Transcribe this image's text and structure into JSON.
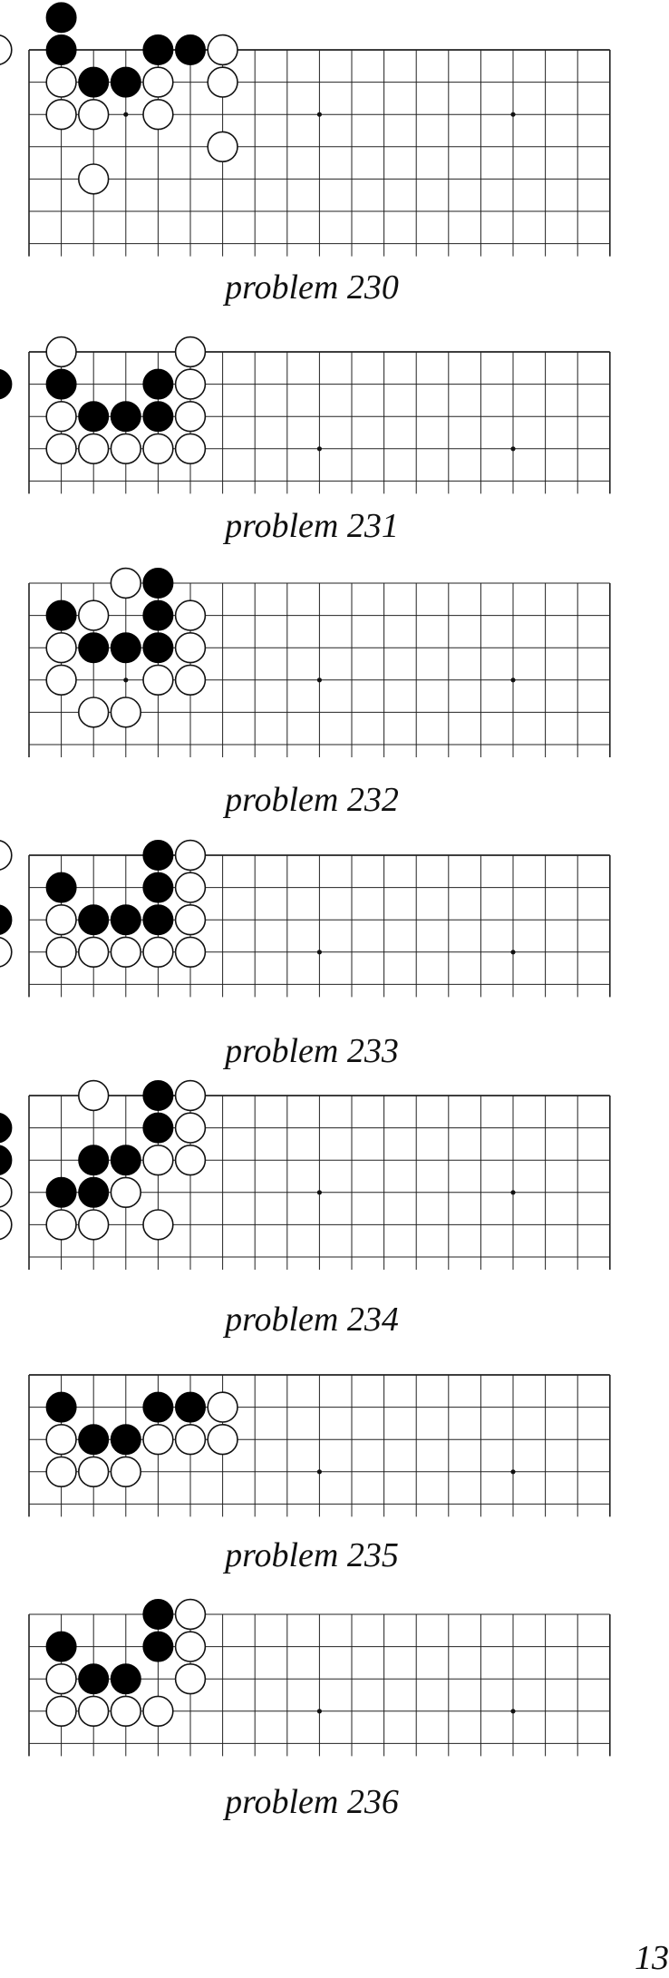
{
  "page_number": "13",
  "problems": [
    {
      "label": "problem 230",
      "rows": 7,
      "top_edge": true,
      "black": [
        [
          1,
          -1
        ],
        [
          1,
          0
        ],
        [
          4,
          0
        ],
        [
          5,
          0
        ],
        [
          2,
          1
        ],
        [
          3,
          1
        ]
      ],
      "white": [
        [
          -1,
          0
        ],
        [
          6,
          0
        ],
        [
          1,
          1
        ],
        [
          4,
          1
        ],
        [
          6,
          1
        ],
        [
          1,
          2
        ],
        [
          2,
          2
        ],
        [
          4,
          2
        ],
        [
          6,
          3
        ],
        [
          2,
          4
        ]
      ],
      "hoshi": [
        [
          3,
          2
        ],
        [
          9,
          2
        ],
        [
          15,
          2
        ]
      ]
    },
    {
      "label": "problem 231",
      "rows": 5,
      "top_edge": true,
      "black": [
        [
          -1,
          1
        ],
        [
          1,
          1
        ],
        [
          4,
          1
        ],
        [
          2,
          2
        ],
        [
          3,
          2
        ],
        [
          4,
          2
        ]
      ],
      "white": [
        [
          1,
          0
        ],
        [
          5,
          0
        ],
        [
          5,
          1
        ],
        [
          1,
          2
        ],
        [
          5,
          2
        ],
        [
          1,
          3
        ],
        [
          2,
          3
        ],
        [
          3,
          3
        ],
        [
          4,
          3
        ],
        [
          5,
          3
        ]
      ],
      "hoshi": [
        [
          9,
          3
        ],
        [
          15,
          3
        ]
      ]
    },
    {
      "label": "problem 232",
      "rows": 6,
      "top_edge": false,
      "black": [
        [
          4,
          0
        ],
        [
          1,
          1
        ],
        [
          4,
          1
        ],
        [
          2,
          2
        ],
        [
          3,
          2
        ],
        [
          4,
          2
        ]
      ],
      "white": [
        [
          3,
          0
        ],
        [
          2,
          1
        ],
        [
          5,
          1
        ],
        [
          1,
          2
        ],
        [
          5,
          2
        ],
        [
          1,
          3
        ],
        [
          4,
          3
        ],
        [
          5,
          3
        ],
        [
          2,
          4
        ],
        [
          3,
          4
        ]
      ],
      "hoshi": [
        [
          3,
          3
        ],
        [
          9,
          3
        ],
        [
          15,
          3
        ]
      ]
    },
    {
      "label": "problem 233",
      "rows": 5,
      "top_edge": true,
      "black": [
        [
          4,
          0
        ],
        [
          1,
          1
        ],
        [
          4,
          1
        ],
        [
          -1,
          2
        ],
        [
          2,
          2
        ],
        [
          3,
          2
        ],
        [
          4,
          2
        ]
      ],
      "white": [
        [
          -1,
          0
        ],
        [
          5,
          0
        ],
        [
          5,
          1
        ],
        [
          1,
          2
        ],
        [
          5,
          2
        ],
        [
          -1,
          3
        ],
        [
          1,
          3
        ],
        [
          2,
          3
        ],
        [
          3,
          3
        ],
        [
          4,
          3
        ],
        [
          5,
          3
        ]
      ],
      "hoshi": [
        [
          9,
          3
        ],
        [
          15,
          3
        ]
      ]
    },
    {
      "label": "problem 234",
      "rows": 6,
      "top_edge": true,
      "black": [
        [
          4,
          0
        ],
        [
          -1,
          1
        ],
        [
          4,
          1
        ],
        [
          -1,
          2
        ],
        [
          2,
          2
        ],
        [
          3,
          2
        ],
        [
          1,
          3
        ],
        [
          2,
          3
        ]
      ],
      "white": [
        [
          2,
          0
        ],
        [
          5,
          0
        ],
        [
          5,
          1
        ],
        [
          4,
          2
        ],
        [
          5,
          2
        ],
        [
          -1,
          3
        ],
        [
          3,
          3
        ],
        [
          -1,
          4
        ],
        [
          1,
          4
        ],
        [
          2,
          4
        ],
        [
          4,
          4
        ]
      ],
      "hoshi": [
        [
          9,
          3
        ],
        [
          15,
          3
        ]
      ]
    },
    {
      "label": "problem 235",
      "rows": 5,
      "top_edge": true,
      "black": [
        [
          1,
          1
        ],
        [
          4,
          1
        ],
        [
          5,
          1
        ],
        [
          2,
          2
        ],
        [
          3,
          2
        ]
      ],
      "white": [
        [
          6,
          1
        ],
        [
          1,
          2
        ],
        [
          4,
          2
        ],
        [
          5,
          2
        ],
        [
          6,
          2
        ],
        [
          1,
          3
        ],
        [
          2,
          3
        ],
        [
          3,
          3
        ]
      ],
      "hoshi": [
        [
          9,
          3
        ],
        [
          15,
          3
        ]
      ]
    },
    {
      "label": "problem 236",
      "rows": 5,
      "top_edge": false,
      "black": [
        [
          4,
          0
        ],
        [
          1,
          1
        ],
        [
          4,
          1
        ],
        [
          2,
          2
        ],
        [
          3,
          2
        ]
      ],
      "white": [
        [
          5,
          0
        ],
        [
          5,
          1
        ],
        [
          1,
          2
        ],
        [
          5,
          2
        ],
        [
          1,
          3
        ],
        [
          2,
          3
        ],
        [
          3,
          3
        ],
        [
          4,
          3
        ]
      ],
      "hoshi": [
        [
          9,
          3
        ],
        [
          15,
          3
        ]
      ]
    }
  ]
}
